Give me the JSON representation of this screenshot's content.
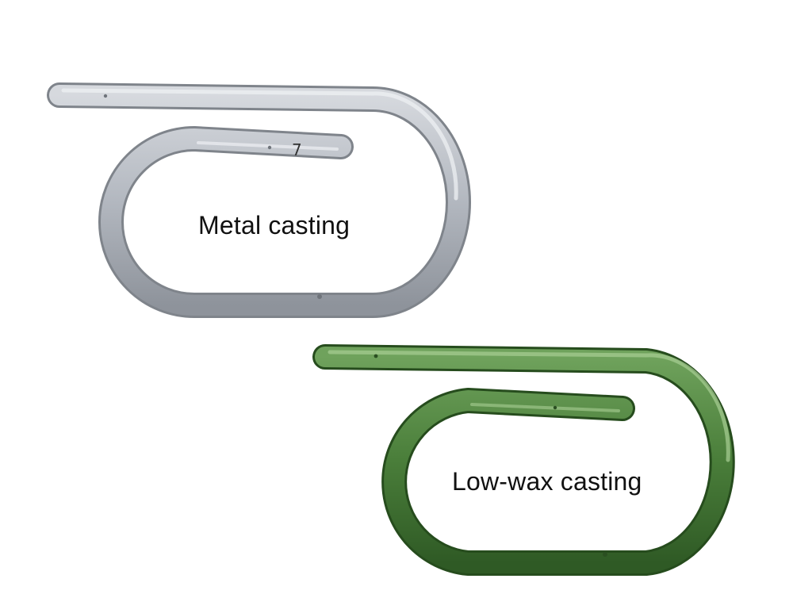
{
  "labels": {
    "metal": "Metal casting",
    "wax": "Low-wax casting"
  },
  "marks": {
    "metal_digit": "7"
  },
  "colors": {
    "metal_light": "#d6d9de",
    "metal_mid": "#b3b8c0",
    "metal_dark": "#8e939b",
    "wax_light": "#6fa25c",
    "wax_mid": "#4a7e3a",
    "wax_dark": "#2f5a25",
    "background": "#ffffff"
  }
}
